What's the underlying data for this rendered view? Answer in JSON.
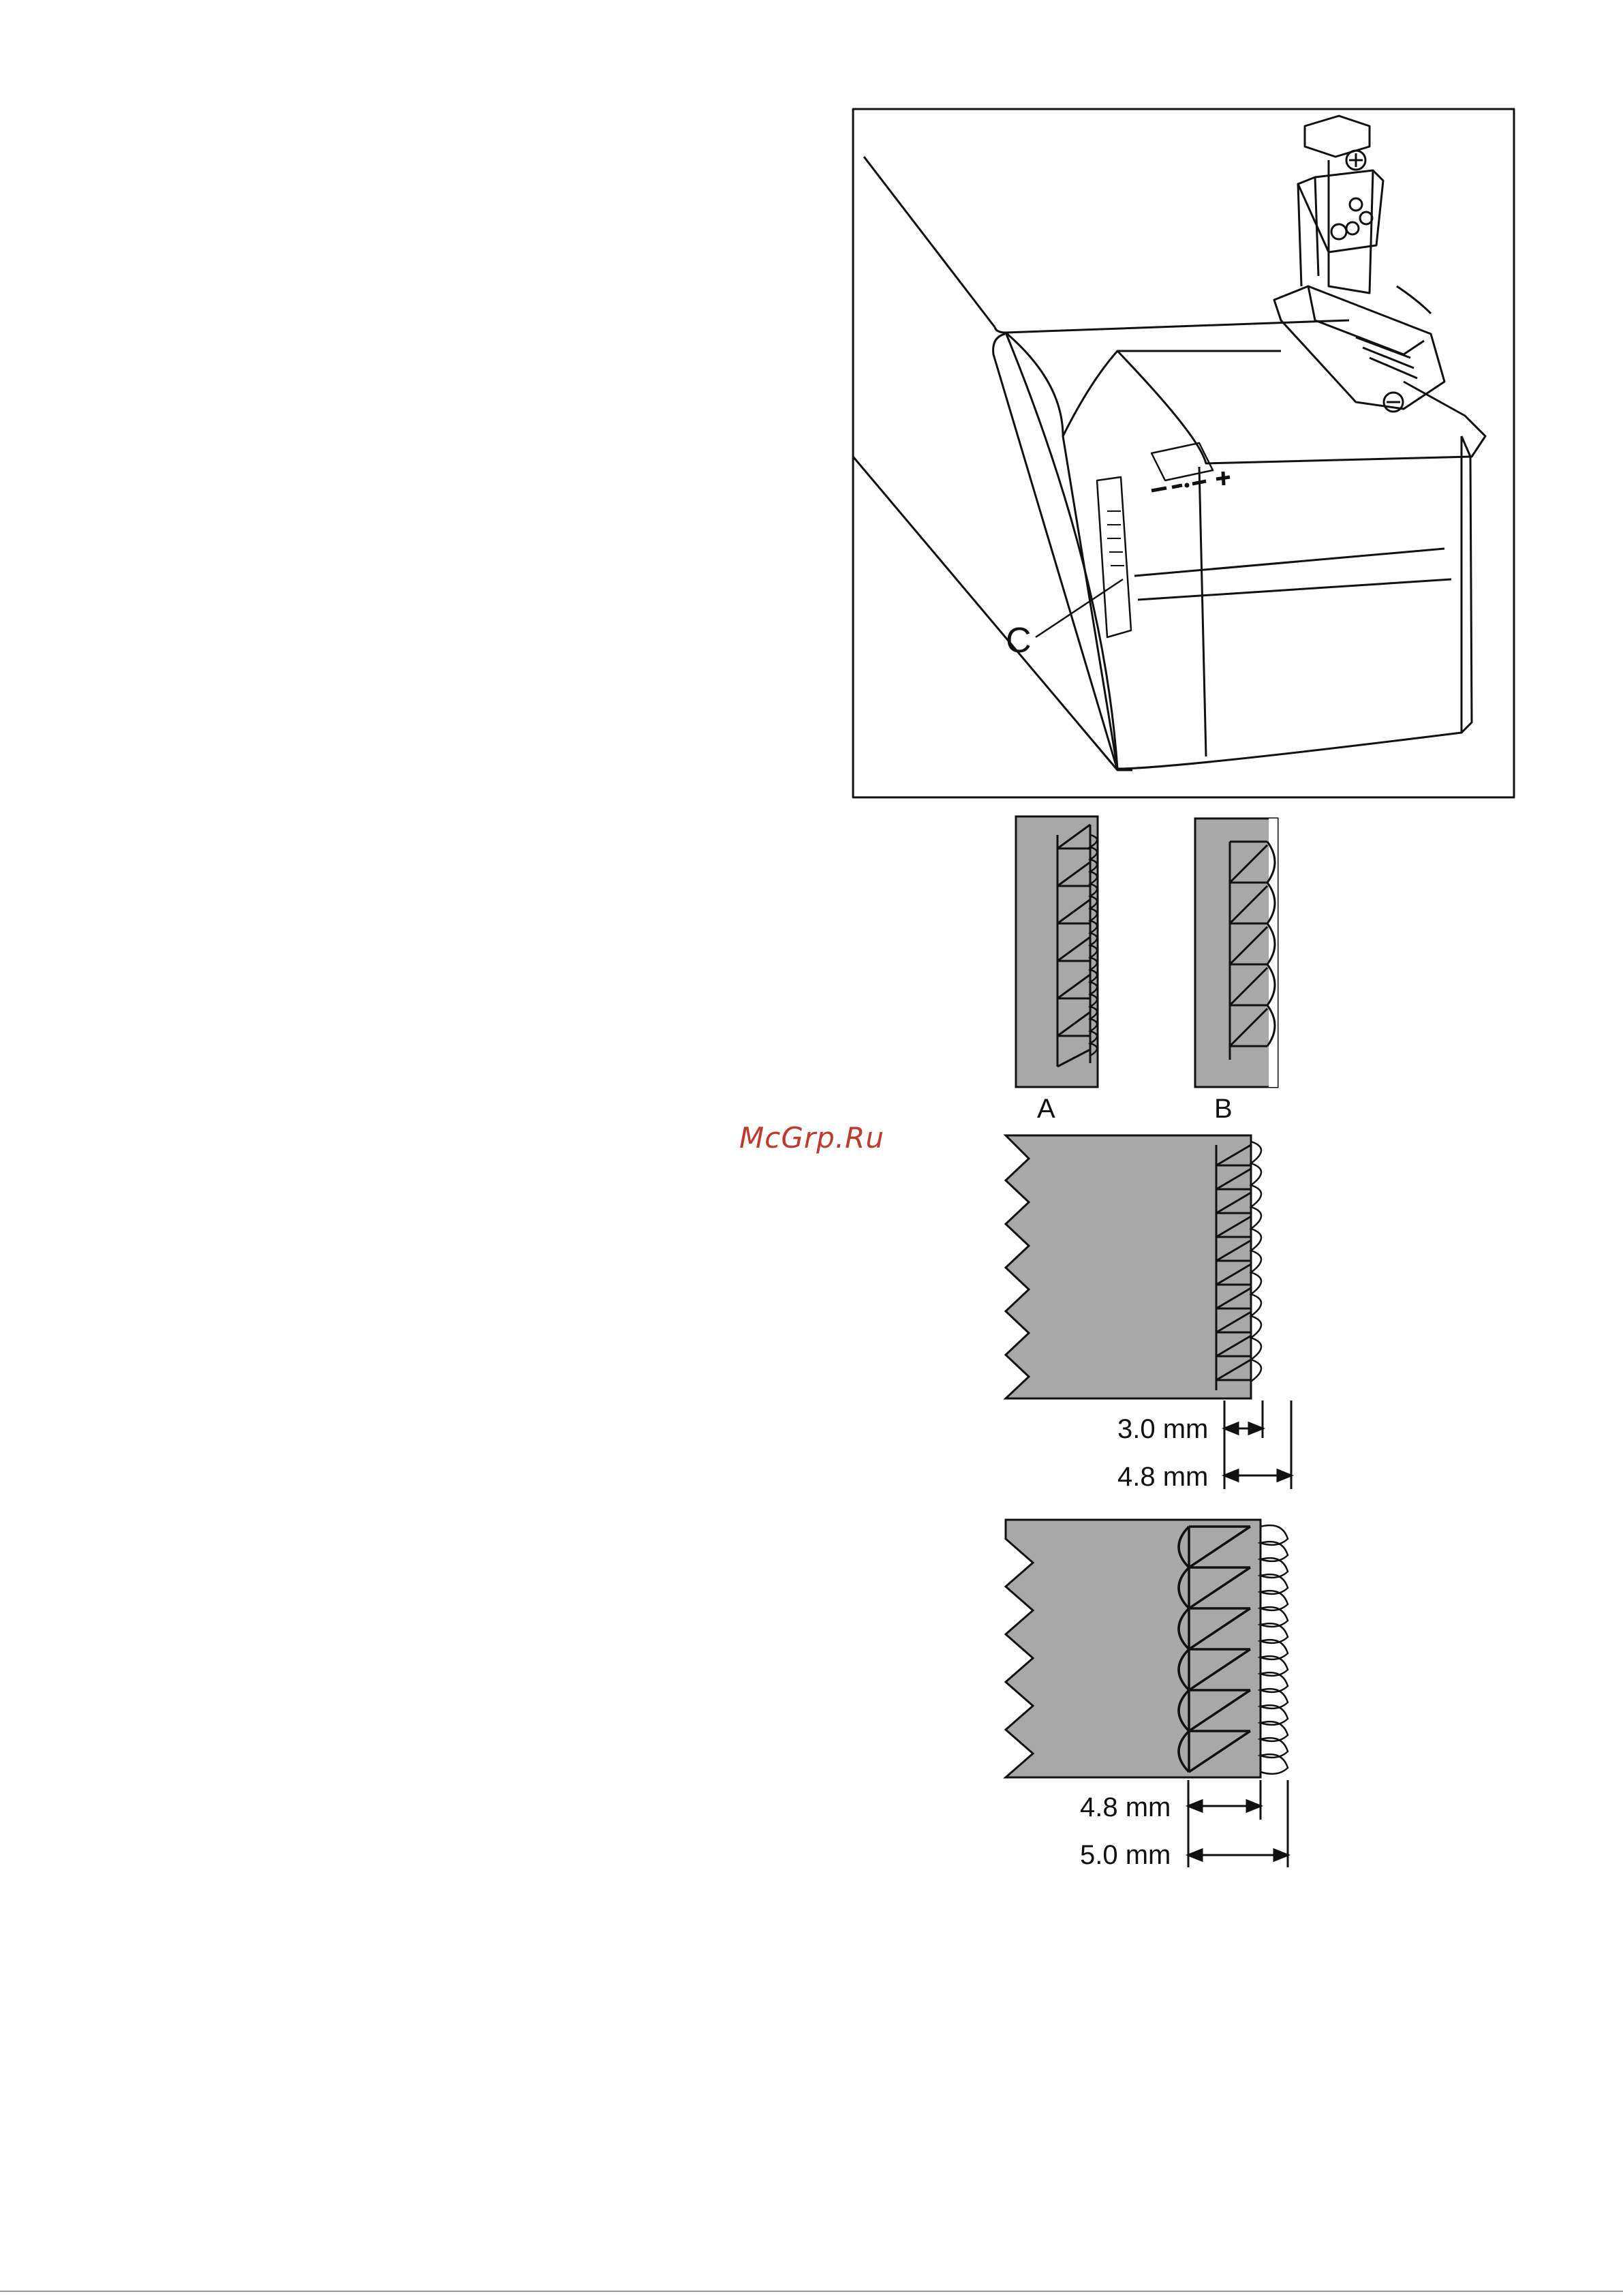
{
  "figure_machine": {
    "callout_label": "C",
    "dial_marks": "— • — +"
  },
  "figure_ab": {
    "label_a": "A",
    "label_b": "B"
  },
  "figure_narrow": {
    "dim_inner": "3.0 mm",
    "dim_outer": "4.8 mm"
  },
  "figure_wide": {
    "dim_inner": "4.8 mm",
    "dim_outer": "5.0 mm"
  },
  "watermark": "McGrp.Ru",
  "colors": {
    "fabric": "#a8a8a8",
    "line": "#111111",
    "watermark": "#c0392b"
  }
}
